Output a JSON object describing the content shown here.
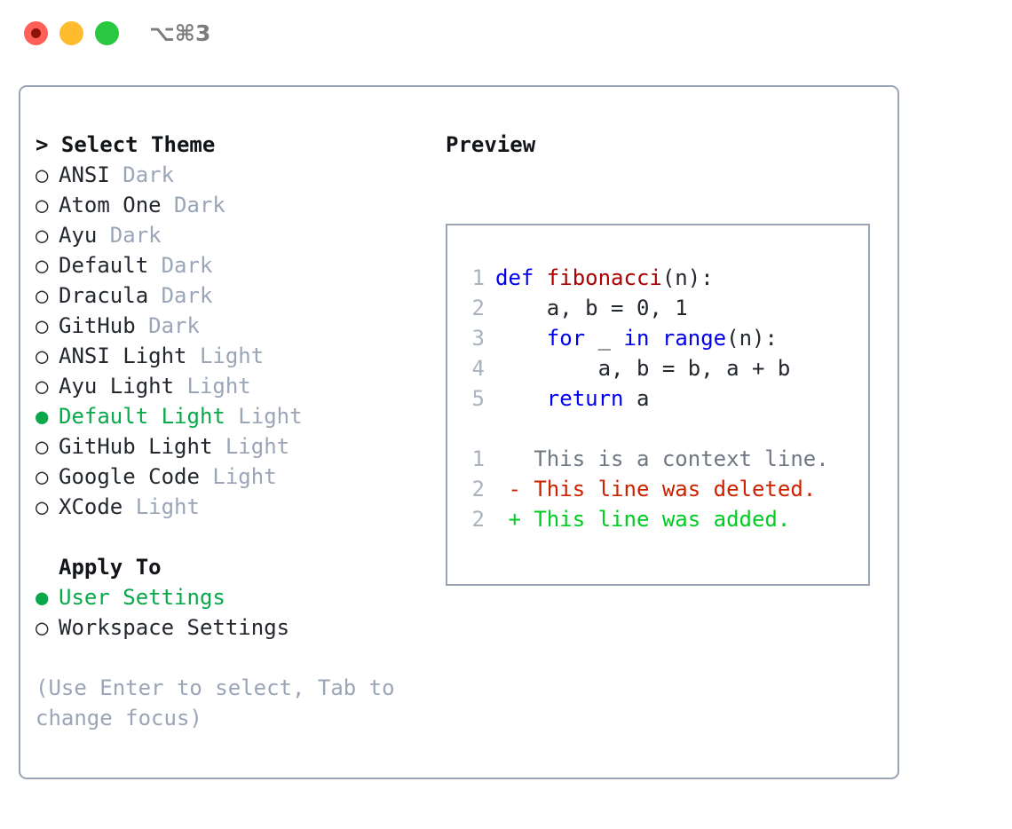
{
  "titlebar": {
    "traffic_lights": [
      "close",
      "minimize",
      "maximize"
    ],
    "shortcut": "⌥⌘3"
  },
  "left_panel": {
    "heading": "> Select Theme",
    "marker_selected": "●",
    "marker_unselected": "○",
    "accent_color": "#0aa84a",
    "muted_color": "#9aa5b8",
    "themes": [
      {
        "name": "ANSI",
        "mode": "Dark",
        "selected": false
      },
      {
        "name": "Atom One",
        "mode": "Dark",
        "selected": false
      },
      {
        "name": "Ayu",
        "mode": "Dark",
        "selected": false
      },
      {
        "name": "Default",
        "mode": "Dark",
        "selected": false
      },
      {
        "name": "Dracula",
        "mode": "Dark",
        "selected": false
      },
      {
        "name": "GitHub",
        "mode": "Dark",
        "selected": false
      },
      {
        "name": "ANSI Light",
        "mode": "Light",
        "selected": false
      },
      {
        "name": "Ayu Light",
        "mode": "Light",
        "selected": false
      },
      {
        "name": "Default Light",
        "mode": "Light",
        "selected": true
      },
      {
        "name": "GitHub Light",
        "mode": "Light",
        "selected": false
      },
      {
        "name": "Google Code",
        "mode": "Light",
        "selected": false
      },
      {
        "name": "XCode",
        "mode": "Light",
        "selected": false
      }
    ],
    "apply_to": {
      "heading": "Apply To",
      "options": [
        {
          "name": "User Settings",
          "selected": true
        },
        {
          "name": "Workspace Settings",
          "selected": false
        }
      ]
    },
    "hint": "(Use Enter to select, Tab to change focus)"
  },
  "right_panel": {
    "title": "Preview",
    "code_lines": [
      {
        "no": "1",
        "tokens": [
          {
            "t": "def ",
            "c": "kw"
          },
          {
            "t": "fibonacci",
            "c": "fn"
          },
          {
            "t": "(n):",
            "c": "plain"
          }
        ]
      },
      {
        "no": "2",
        "tokens": [
          {
            "t": "    a, b = 0, 1",
            "c": "plain"
          }
        ]
      },
      {
        "no": "3",
        "tokens": [
          {
            "t": "    ",
            "c": "plain"
          },
          {
            "t": "for",
            "c": "kw"
          },
          {
            "t": " _ ",
            "c": "plain"
          },
          {
            "t": "in",
            "c": "kw"
          },
          {
            "t": " ",
            "c": "plain"
          },
          {
            "t": "range",
            "c": "kw"
          },
          {
            "t": "(n):",
            "c": "plain"
          }
        ]
      },
      {
        "no": "4",
        "tokens": [
          {
            "t": "        a, b = b, a + b",
            "c": "plain"
          }
        ]
      },
      {
        "no": "5",
        "tokens": [
          {
            "t": "    ",
            "c": "plain"
          },
          {
            "t": "return",
            "c": "kw"
          },
          {
            "t": " a",
            "c": "plain"
          }
        ]
      }
    ],
    "diff_lines": [
      {
        "no": "1",
        "tokens": [
          {
            "t": "   This is a context line.",
            "c": "ctx"
          }
        ]
      },
      {
        "no": "2",
        "tokens": [
          {
            "t": " - This line was deleted.",
            "c": "del"
          }
        ]
      },
      {
        "no": "2",
        "tokens": [
          {
            "t": " + This line was added.",
            "c": "add"
          }
        ]
      }
    ]
  }
}
